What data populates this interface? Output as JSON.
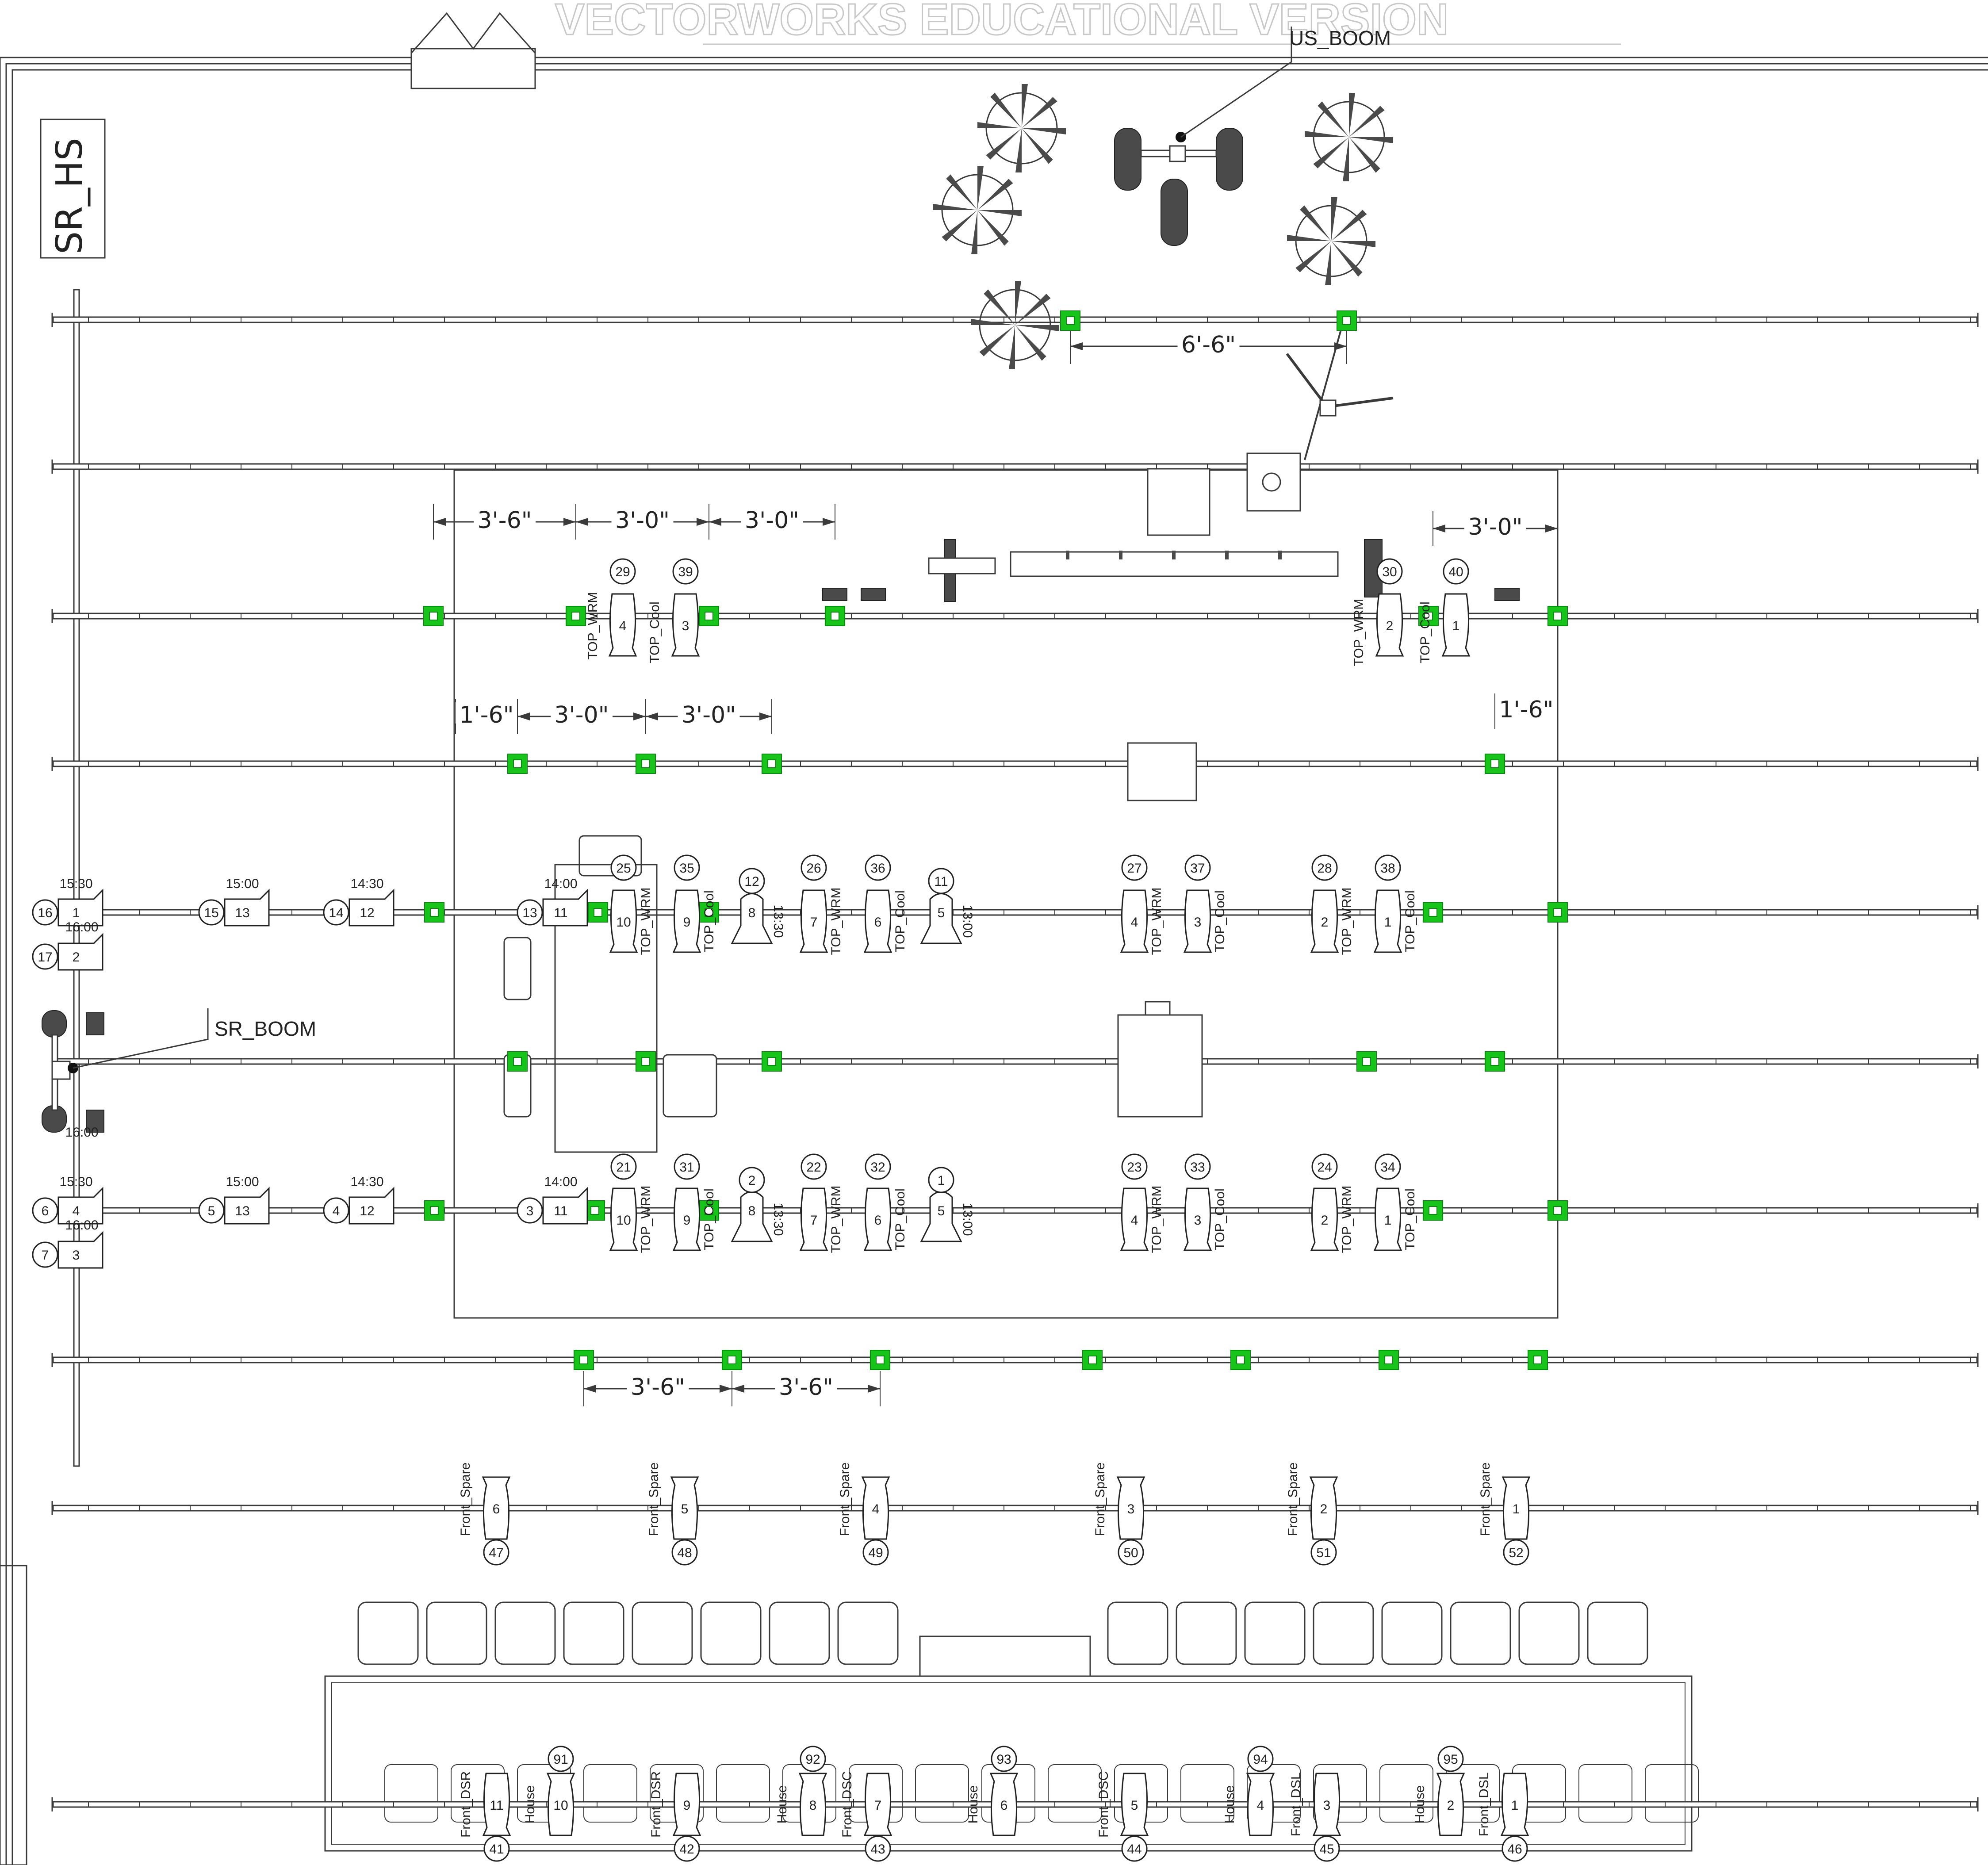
{
  "watermark": "VECTORWORKS EDUCATIONAL VERSION",
  "title_block": "SR_HS",
  "labels": {
    "us_boom": "US_BOOM",
    "sr_boom": "SR_BOOM"
  },
  "colors": {
    "line": "#3a3a3a",
    "clamp": "#16c41a",
    "dark_fixture": "#4a4a4a",
    "watermark": "#c8c8c8"
  },
  "electrics": [
    {
      "id": "pipe-1"
    },
    {
      "id": "pipe-2"
    },
    {
      "id": "pipe-3"
    },
    {
      "id": "pipe-4"
    },
    {
      "id": "pipe-5"
    },
    {
      "id": "pipe-6"
    },
    {
      "id": "pipe-7"
    },
    {
      "id": "pipe-8"
    },
    {
      "id": "pipe-9"
    },
    {
      "id": "pipe-10"
    }
  ],
  "dimensions": {
    "us": [
      "6'-6\""
    ],
    "top_row": [
      "3'-6\"",
      "3'-0\"",
      "3'-0\"",
      "3'-0\""
    ],
    "second_row": [
      "1'-6\"",
      "3'-0\"",
      "3'-0\"",
      "1'-6\""
    ],
    "bottom_row": [
      "3'-6\"",
      "3'-6\""
    ]
  },
  "top_instruments": [
    {
      "ch": "29",
      "unit": "4",
      "purpose": ""
    },
    {
      "ch": "39",
      "unit": "3",
      "purpose": "TOP_Cool"
    },
    {
      "ch": "30",
      "unit": "2",
      "purpose": "TOP_WRM"
    },
    {
      "ch": "40",
      "unit": "1",
      "purpose": "TOP_Cool"
    }
  ],
  "top_purpose_left": "TOP_WRM",
  "row_a": {
    "booms": [
      {
        "ch": "16",
        "unit": "1",
        "time": "15:30"
      },
      {
        "ch": "15",
        "unit": "13",
        "time": "15:00"
      },
      {
        "ch": "14",
        "unit": "12",
        "time": "14:30"
      },
      {
        "ch": "13",
        "unit": "11",
        "time": "14:00"
      }
    ],
    "boom_second": {
      "ch": "17",
      "unit": "2",
      "time": "16:00"
    },
    "ellipsoidals": [
      {
        "ch": "25",
        "unit": "10",
        "purpose": "TOP_WRM"
      },
      {
        "ch": "35",
        "unit": "9",
        "purpose": "TOP_Cool"
      },
      {
        "ch": "12",
        "unit": "8",
        "purpose": "13:30"
      },
      {
        "ch": "26",
        "unit": "7",
        "purpose": "TOP_WRM"
      },
      {
        "ch": "36",
        "unit": "6",
        "purpose": "TOP_Cool"
      },
      {
        "ch": "11",
        "unit": "5",
        "purpose": "13:00"
      },
      {
        "ch": "27",
        "unit": "4",
        "purpose": "TOP_WRM"
      },
      {
        "ch": "37",
        "unit": "3",
        "purpose": "TOP_Cool"
      },
      {
        "ch": "28",
        "unit": "2",
        "purpose": "TOP_WRM"
      },
      {
        "ch": "38",
        "unit": "1",
        "purpose": "TOP_Cool"
      }
    ]
  },
  "row_b": {
    "booms": [
      {
        "ch": "6",
        "unit": "4",
        "time": "15:30"
      },
      {
        "ch": "5",
        "unit": "13",
        "time": "15:00"
      },
      {
        "ch": "4",
        "unit": "12",
        "time": "14:30"
      },
      {
        "ch": "3",
        "unit": "11",
        "time": "14:00"
      }
    ],
    "boom_second": {
      "ch": "7",
      "unit": "3",
      "time": "16:00"
    },
    "ellipsoidals": [
      {
        "ch": "21",
        "unit": "10",
        "purpose": "TOP_WRM"
      },
      {
        "ch": "31",
        "unit": "9",
        "purpose": "TOP_Cool"
      },
      {
        "ch": "2",
        "unit": "8",
        "purpose": "13:30"
      },
      {
        "ch": "22",
        "unit": "7",
        "purpose": "TOP_WRM"
      },
      {
        "ch": "32",
        "unit": "6",
        "purpose": "TOP_Cool"
      },
      {
        "ch": "1",
        "unit": "5",
        "purpose": "13:00"
      },
      {
        "ch": "23",
        "unit": "4",
        "purpose": "TOP_WRM"
      },
      {
        "ch": "33",
        "unit": "3",
        "purpose": "TOP_Cool"
      },
      {
        "ch": "24",
        "unit": "2",
        "purpose": "TOP_WRM"
      },
      {
        "ch": "34",
        "unit": "1",
        "purpose": "TOP_Cool"
      }
    ]
  },
  "front_spare": [
    {
      "ch": "47",
      "unit": "6",
      "purpose": "Front_Spare"
    },
    {
      "ch": "48",
      "unit": "5",
      "purpose": "Front_Spare"
    },
    {
      "ch": "49",
      "unit": "4",
      "purpose": "Front_Spare"
    },
    {
      "ch": "50",
      "unit": "3",
      "purpose": "Front_Spare"
    },
    {
      "ch": "51",
      "unit": "2",
      "purpose": "Front_Spare"
    },
    {
      "ch": "52",
      "unit": "1",
      "purpose": "Front_Spare"
    }
  ],
  "front_of_house": [
    {
      "ch": "41",
      "unit": "11",
      "purpose": "Front_DSR",
      "pos": "bottom"
    },
    {
      "ch": "91",
      "unit": "10",
      "purpose": "House",
      "pos": "top"
    },
    {
      "ch": "42",
      "unit": "9",
      "purpose": "Front_DSR",
      "pos": "bottom"
    },
    {
      "ch": "92",
      "unit": "8",
      "purpose": "House",
      "pos": "top"
    },
    {
      "ch": "43",
      "unit": "7",
      "purpose": "Front_DSC",
      "pos": "bottom"
    },
    {
      "ch": "93",
      "unit": "6",
      "purpose": "House",
      "pos": "top"
    },
    {
      "ch": "44",
      "unit": "5",
      "purpose": "Front_DSC",
      "pos": "bottom"
    },
    {
      "ch": "94",
      "unit": "4",
      "purpose": "House",
      "pos": "top"
    },
    {
      "ch": "45",
      "unit": "3",
      "purpose": "Front_DSL",
      "pos": "bottom"
    },
    {
      "ch": "95",
      "unit": "2",
      "purpose": "House",
      "pos": "top"
    },
    {
      "ch": "46",
      "unit": "1",
      "purpose": "Front_DSL",
      "pos": "bottom"
    }
  ]
}
